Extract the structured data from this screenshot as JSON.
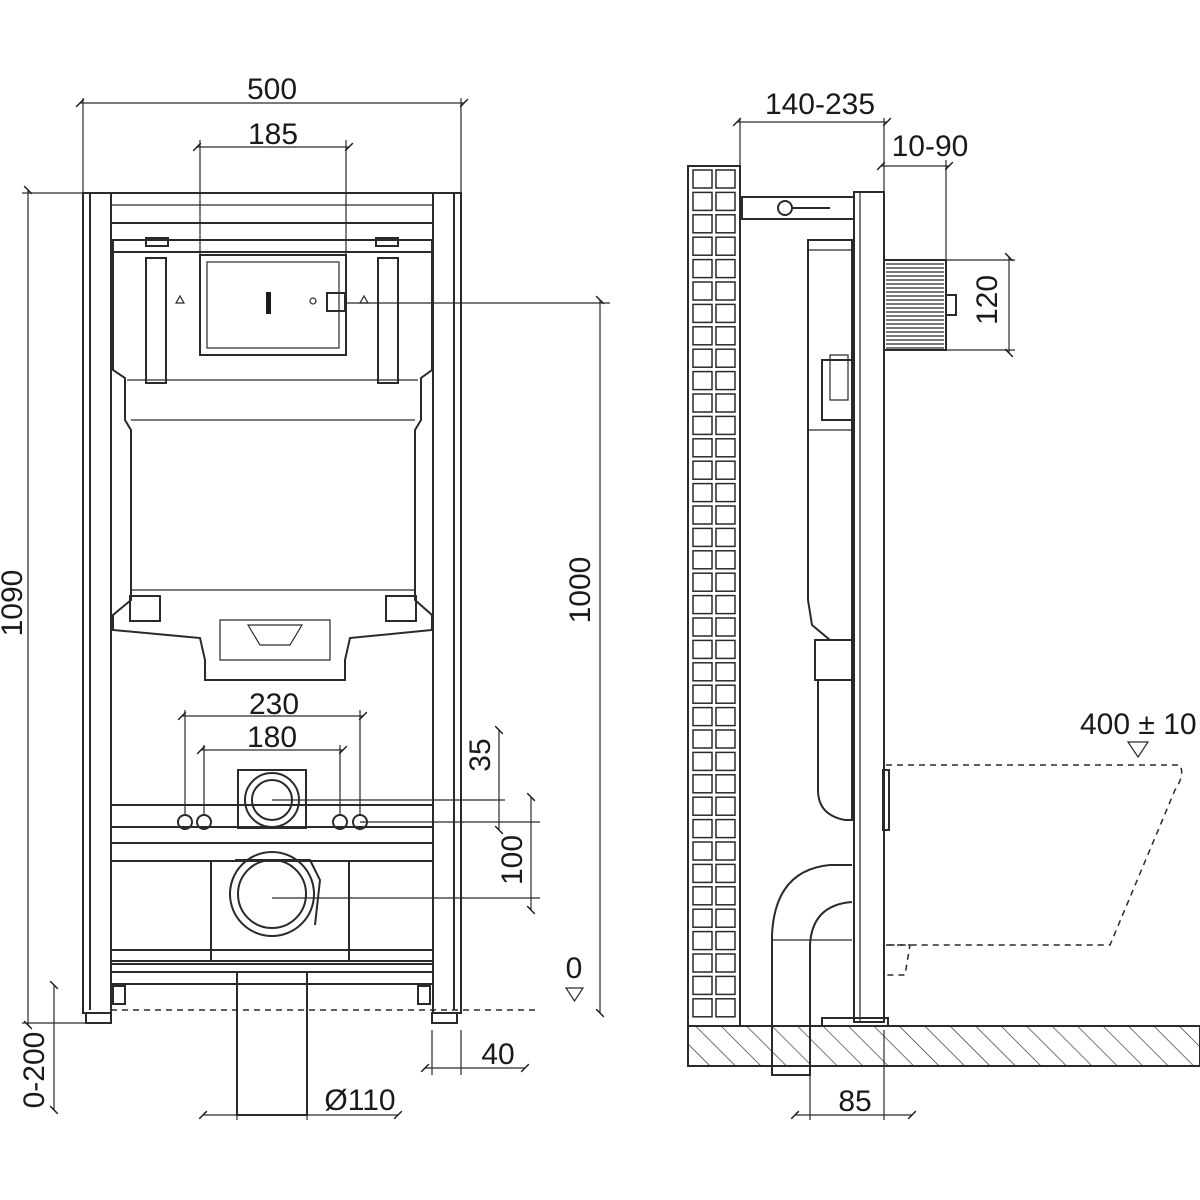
{
  "front_view": {
    "width_total": "500",
    "width_flush_plate": "185",
    "height_total": "1090",
    "height_flush": "1000",
    "bolt_spacing_outer": "230",
    "bolt_spacing_inner": "180",
    "offset_35": "35",
    "offset_100": "100",
    "zero_level": "0",
    "leg_adjust": "0-200",
    "leg_offset": "40",
    "pipe_diameter": "Ø110"
  },
  "side_view": {
    "depth_range": "140-235",
    "wall_range": "10-90",
    "plate_height": "120",
    "seat_height": "400 ± 10",
    "pipe_offset": "85"
  }
}
